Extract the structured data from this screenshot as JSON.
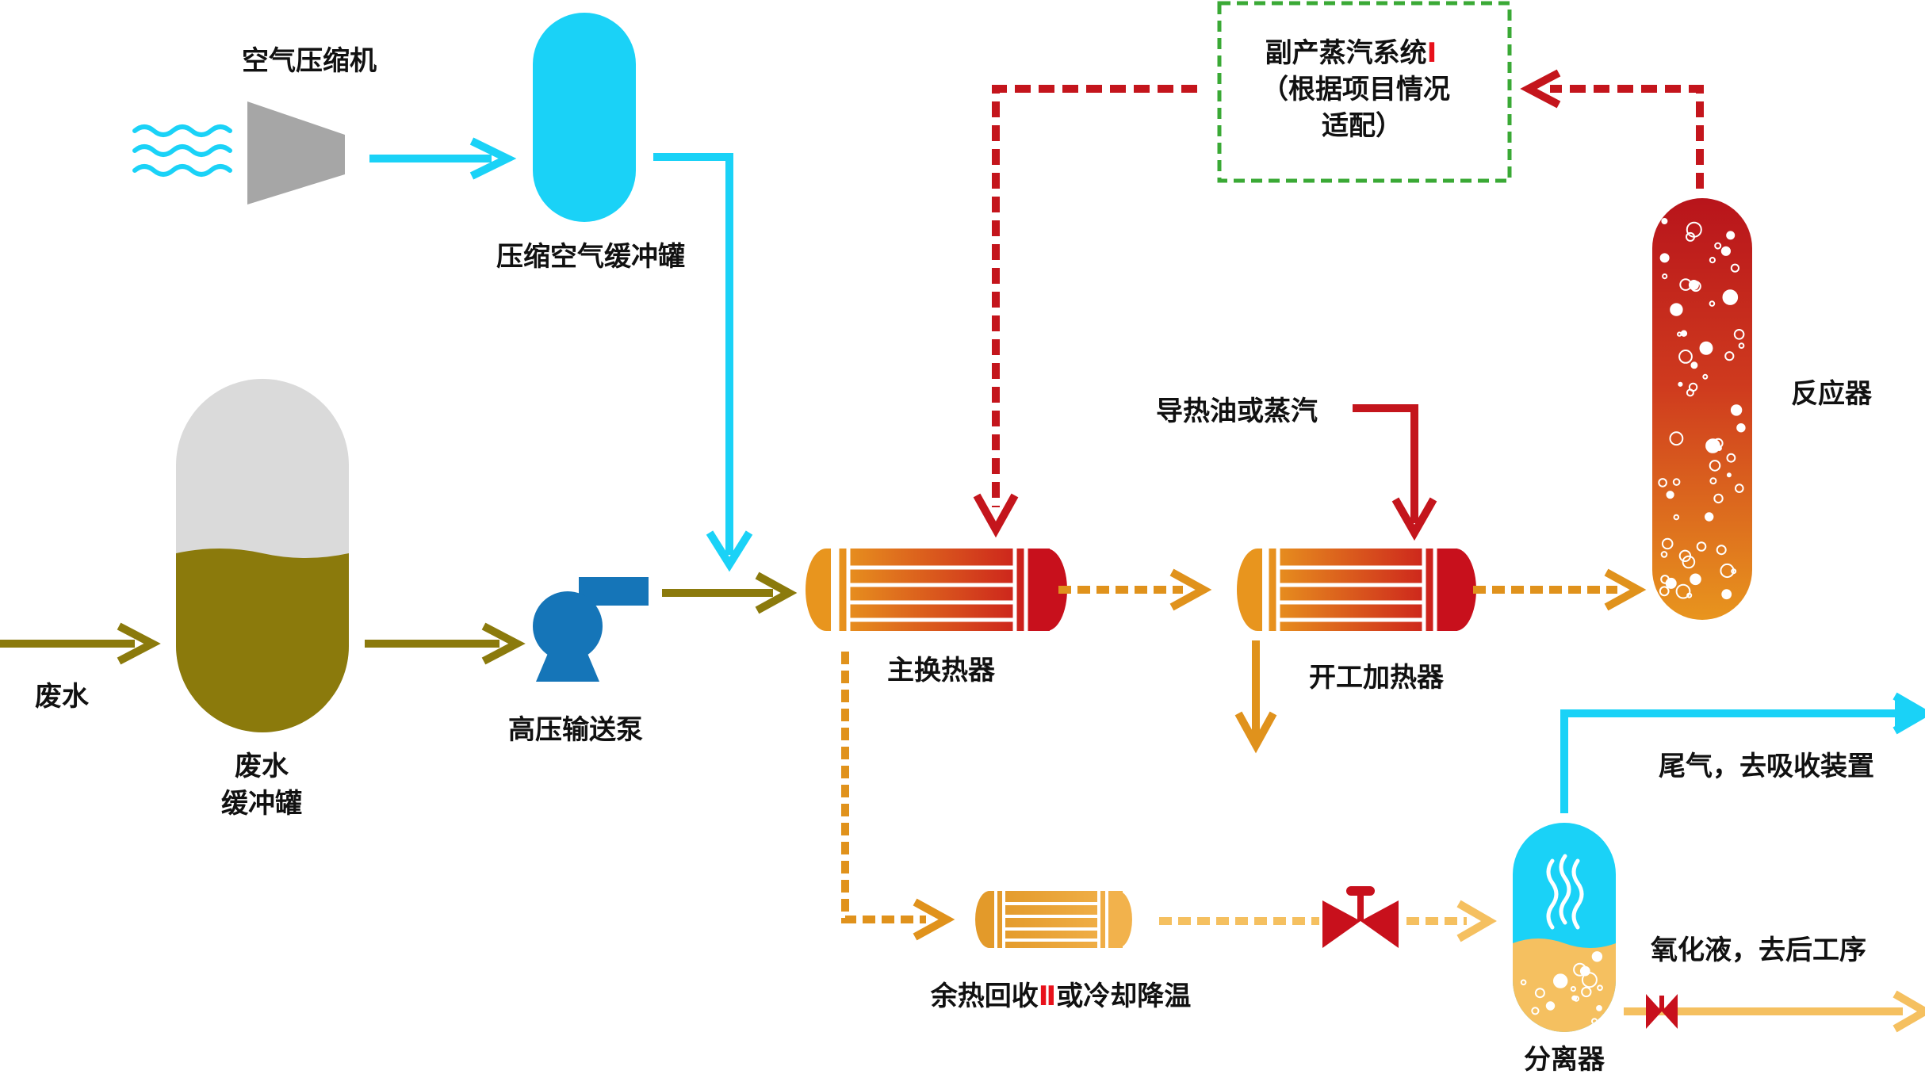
{
  "labels": {
    "air_compressor": "空气压缩机",
    "compressed_air_buffer_tank": "压缩空气缓冲罐",
    "wastewater": "废水",
    "wastewater_buffer_tank_line1": "废水",
    "wastewater_buffer_tank_line2": "缓冲罐",
    "high_pressure_pump": "高压输送泵",
    "main_heat_exchanger": "主换热器",
    "startup_heater": "开工加热器",
    "heat_oil_or_steam": "导热油或蒸汽",
    "reactor": "反应器",
    "steam_system_line1": "副产蒸汽系统",
    "steam_system_numeral": "Ⅰ",
    "steam_system_line2": "（根据项目情况",
    "steam_system_line3": "适配）",
    "heat_recovery_prefix": "余热回收",
    "heat_recovery_numeral": "Ⅱ",
    "heat_recovery_suffix": "或冷却降温",
    "separator": "分离器",
    "tail_gas": "尾气，去吸收装置",
    "oxidized_liquid": "氧化液，去后工序"
  },
  "colors": {
    "air": "#1ad2f7",
    "wastewater": "#8b7a0c",
    "hot": "#c4151c",
    "warm": "#e0921c",
    "cool": "#f5c060",
    "pump": "#1575b8",
    "compressor": "#a6a6a6",
    "steam_box_border": "#3aa935"
  }
}
